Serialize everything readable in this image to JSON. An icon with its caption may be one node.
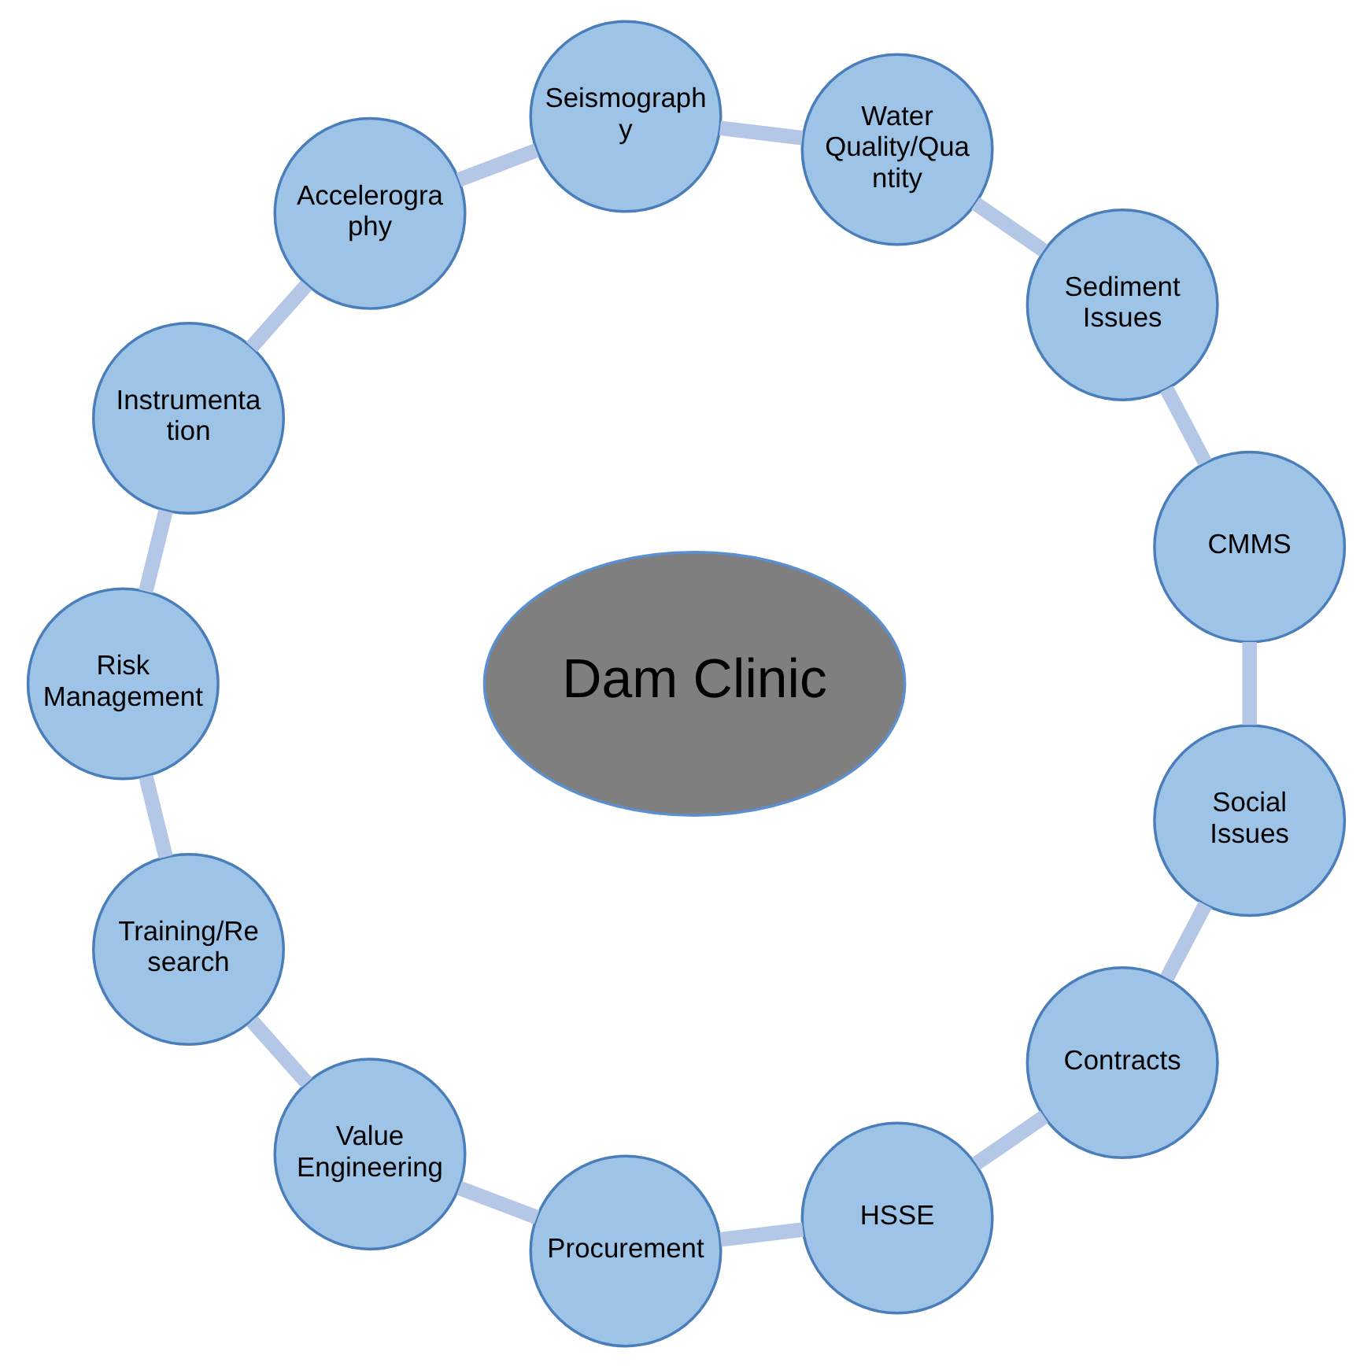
{
  "diagram": {
    "nodes": [
      {
        "text": [
          "Dam Clinic"
        ]
      },
      {
        "text": [
          "CMMS"
        ]
      },
      {
        "text": [
          "Sediment Issues"
        ]
      },
      {
        "text": [
          "Water Quality/Quantity"
        ]
      },
      {
        "text": [
          "Seismography"
        ]
      },
      {
        "text": [
          "Accelerography"
        ]
      },
      {
        "text": [
          "Instrumentation"
        ]
      },
      {
        "text": [
          "Risk Management"
        ]
      },
      {
        "text": [
          "Training/Research"
        ]
      },
      {
        "text": [
          "Value Engineering"
        ]
      },
      {
        "text": [
          "Procurement"
        ]
      },
      {
        "text": [
          "HSSE"
        ]
      },
      {
        "text": [
          "Contracts"
        ]
      },
      {
        "text": [
          "Social Issues"
        ]
      }
    ],
    "edges": [
      {
        "from": 1,
        "to": 2,
        "arrow": "none"
      },
      {
        "from": 2,
        "to": 3,
        "arrow": "none"
      },
      {
        "from": 3,
        "to": 4,
        "arrow": "none"
      },
      {
        "from": 4,
        "to": 5,
        "arrow": "none"
      },
      {
        "from": 5,
        "to": 6,
        "arrow": "none"
      },
      {
        "from": 6,
        "to": 7,
        "arrow": "none"
      },
      {
        "from": 7,
        "to": 8,
        "arrow": "none"
      },
      {
        "from": 8,
        "to": 9,
        "arrow": "none"
      },
      {
        "from": 9,
        "to": 10,
        "arrow": "none"
      },
      {
        "from": 10,
        "to": 11,
        "arrow": "none"
      },
      {
        "from": 11,
        "to": 12,
        "arrow": "none"
      },
      {
        "from": 12,
        "to": 13,
        "arrow": "none"
      },
      {
        "from": 13,
        "to": 1,
        "arrow": "none"
      }
    ]
  }
}
